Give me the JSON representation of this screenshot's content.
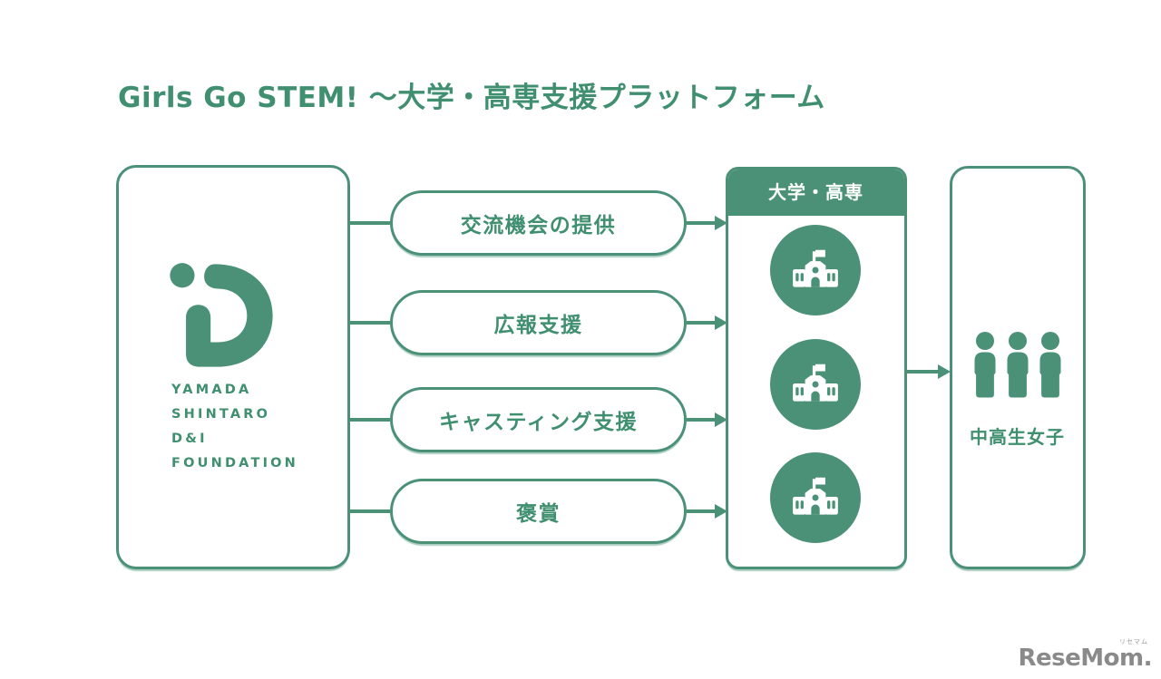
{
  "title": "Girls Go STEM! ～大学・高専支援プラットフォーム",
  "colors": {
    "primary_green": "#4A9178",
    "text_green": "#3F8F70",
    "header_bg": "#4A9178",
    "header_text": "#FFFFFF",
    "watermark_gray": "#8A8A8A",
    "background": "#FFFFFF"
  },
  "foundation": {
    "logo_icon": "yamada-shintaro-d-and-i-monogram",
    "name_lines": [
      "YAMADA",
      "SHINTARO",
      "D&I",
      "FOUNDATION"
    ]
  },
  "supports": [
    {
      "label": "交流機会の提供"
    },
    {
      "label": "広報支援"
    },
    {
      "label": "キャスティング支援"
    },
    {
      "label": "褒賞"
    }
  ],
  "university": {
    "header": "大学・高専",
    "icon": "school-icon",
    "icon_count": 3
  },
  "audience": {
    "label": "中高生女子",
    "icon": "person-icon",
    "icon_count": 3
  },
  "watermark": {
    "name": "ReseMom.",
    "ruby": "リセマム"
  }
}
